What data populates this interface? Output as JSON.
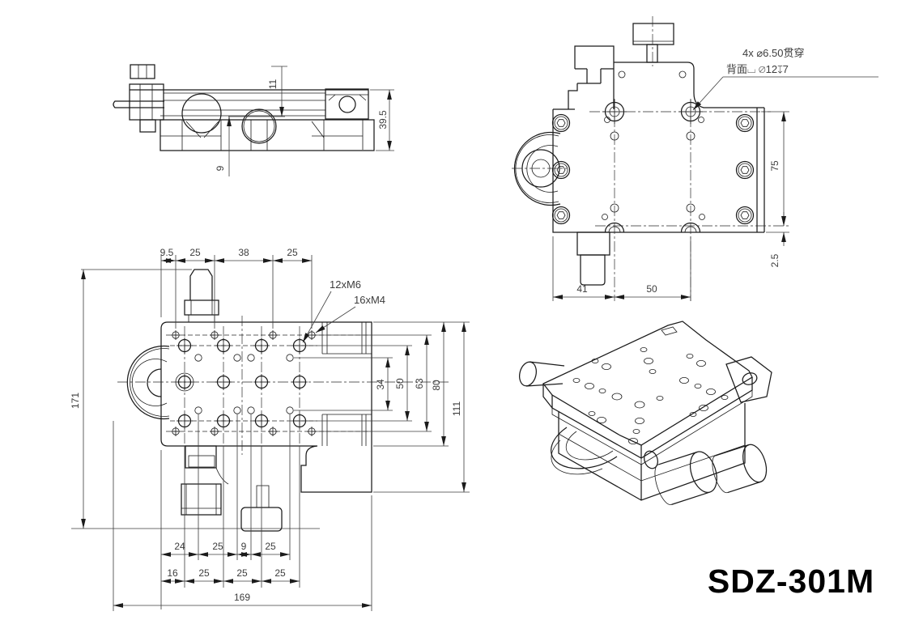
{
  "part_number": "SDZ-301M",
  "side_view": {
    "dim_top": "11",
    "dim_mid": "9",
    "dim_height": "39.5"
  },
  "back_view": {
    "note_line1": "4x ⌀6.50贯穿",
    "note_line2": "背面⌴ ⌀12↧7",
    "dim_vert": "75",
    "dim_gap": "2.5",
    "dim_41": "41",
    "dim_50": "50"
  },
  "plan_view": {
    "label_m6": "12xM6",
    "label_m4": "16xM4",
    "top_dims": [
      "9.5",
      "25",
      "38",
      "25"
    ],
    "right_dims": [
      "34",
      "50",
      "63",
      "80",
      "111"
    ],
    "left_dim": "171",
    "bottom_row1": [
      "24",
      "25",
      "9",
      "25"
    ],
    "bottom_row2": [
      "16",
      "25",
      "25",
      "25"
    ],
    "overall_width": "169"
  }
}
